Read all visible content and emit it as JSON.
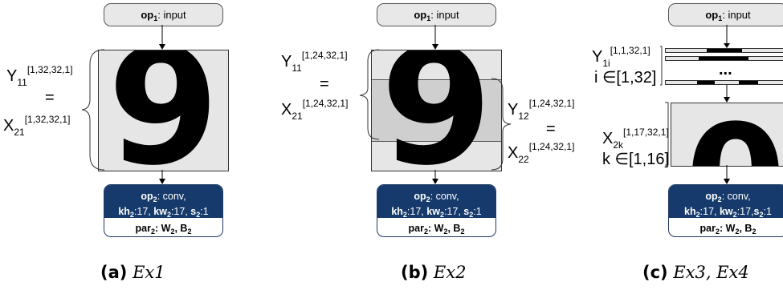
{
  "input_box": {
    "op": "op",
    "op_sub": "1",
    "text": ": input"
  },
  "conv": {
    "op": "op",
    "op_sub": "2",
    "op_text": ": conv,",
    "kh": "kh",
    "kh_sub": "2",
    "kh_val": ":17, ",
    "kw": "kw",
    "kw_sub": "2",
    "kw_val": ":17, ",
    "kw_val_c": ":17,",
    "s": "s",
    "s_sub": "2",
    "s_val": ":1",
    "par": "par",
    "par_sub": "2",
    "par_text": ": W",
    "w_sub": "2",
    "b_text": ", B",
    "b_sub": "2"
  },
  "digit_9": "9",
  "digit_0": "0",
  "dots": "...",
  "panel_a": {
    "y_main": "Y",
    "y_sub": "11",
    "y_dims": "[1,32,32,1]",
    "eq": "=",
    "x_main": "X",
    "x_sub": "21",
    "x_dims": "[1,32,32,1]",
    "caption_label": "(a)",
    "caption_name": "Ex1"
  },
  "panel_b": {
    "y1_main": "Y",
    "y1_sub": "11",
    "y1_dims": "[1,24,32,1]",
    "eq1": "=",
    "x1_main": "X",
    "x1_sub": "21",
    "x1_dims": "[1,24,32,1]",
    "y2_main": "Y",
    "y2_sub": "12",
    "y2_dims": "[1,24,32,1]",
    "eq2": "=",
    "x2_main": "X",
    "x2_sub": "22",
    "x2_dims": "[1,24,32,1]",
    "caption_label": "(b)",
    "caption_name": "Ex2"
  },
  "panel_c": {
    "y_main": "Y",
    "y_sub": "1i",
    "y_dims": "[1,1,32,1]",
    "i_range": "i ∈[1,32]",
    "x_main": "X",
    "x_sub": "2k",
    "x_dims": "[1,17,32,1]",
    "k_range": "k ∈[1,16]",
    "caption_label": "(c)",
    "caption_name": "Ex3, Ex4"
  }
}
